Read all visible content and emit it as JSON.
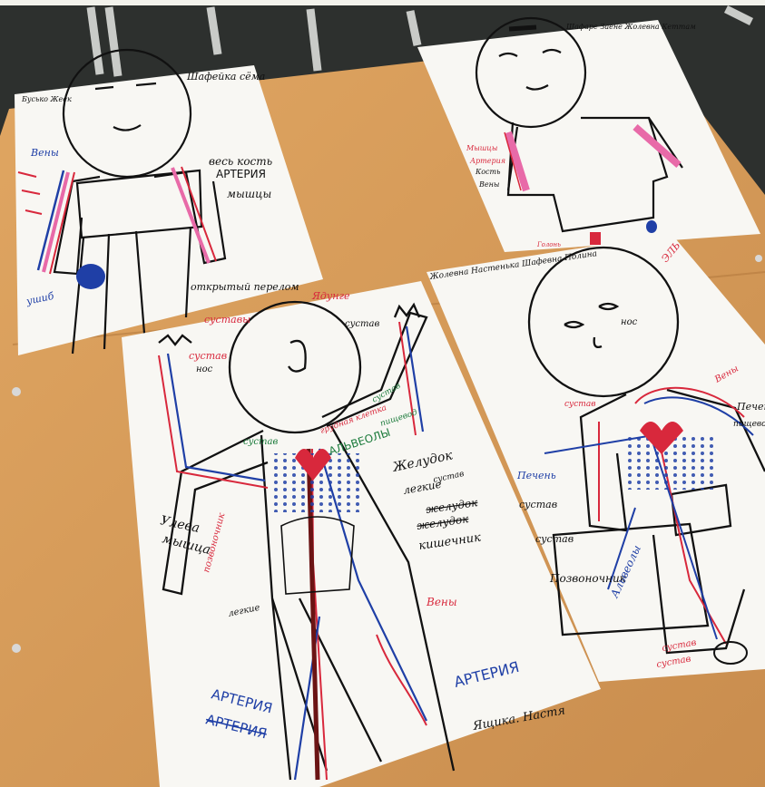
{
  "poster_top_left": {
    "author": "Бусько Жеек",
    "names": "Шафейка сёма",
    "labels": [
      "Вены",
      "весь кость",
      "АРТЕРИЯ",
      "мышцы",
      "открытый перелом",
      "ушиб"
    ]
  },
  "poster_top_right": {
    "names": "Шафаре Заене Жолевна Кеттам",
    "labels": [
      "Мышцы",
      "Артерия",
      "Кость",
      "Вены",
      "Голонь"
    ]
  },
  "poster_bottom_left": {
    "team": "Ядунге",
    "labels": [
      "суставы",
      "сустав",
      "нос",
      "сустав",
      "грудная клетка",
      "сустав",
      "АЛЬВЕОЛЫ",
      "пищевод",
      "сустав",
      "Желудок",
      "сустав",
      "легкие",
      "желудок",
      "желудок",
      "кишечник",
      "легкие",
      "Улева",
      "мышца",
      "позвоночник",
      "Вены",
      "АРТЕРИЯ",
      "АРТЕРИЯ",
      "АРТЕРИЯ"
    ],
    "signature": "Ящика. Настя"
  },
  "poster_bottom_right": {
    "names": "Жолевна Настенька Шафевна Полина",
    "labels": [
      "ЭЛЬ",
      "нос",
      "сустав",
      "Вены",
      "Печень",
      "сустав",
      "сустав",
      "Позвоночник",
      "Альвеолы",
      "сустав",
      "сустав",
      "Печень",
      "пищевод"
    ]
  },
  "colors": {
    "table": "#d89a56",
    "paper": "#f8f7f3",
    "ink_black": "#111111",
    "ink_red": "#d8283c",
    "ink_blue": "#1f3fa6",
    "ink_pink": "#e86aa8"
  }
}
